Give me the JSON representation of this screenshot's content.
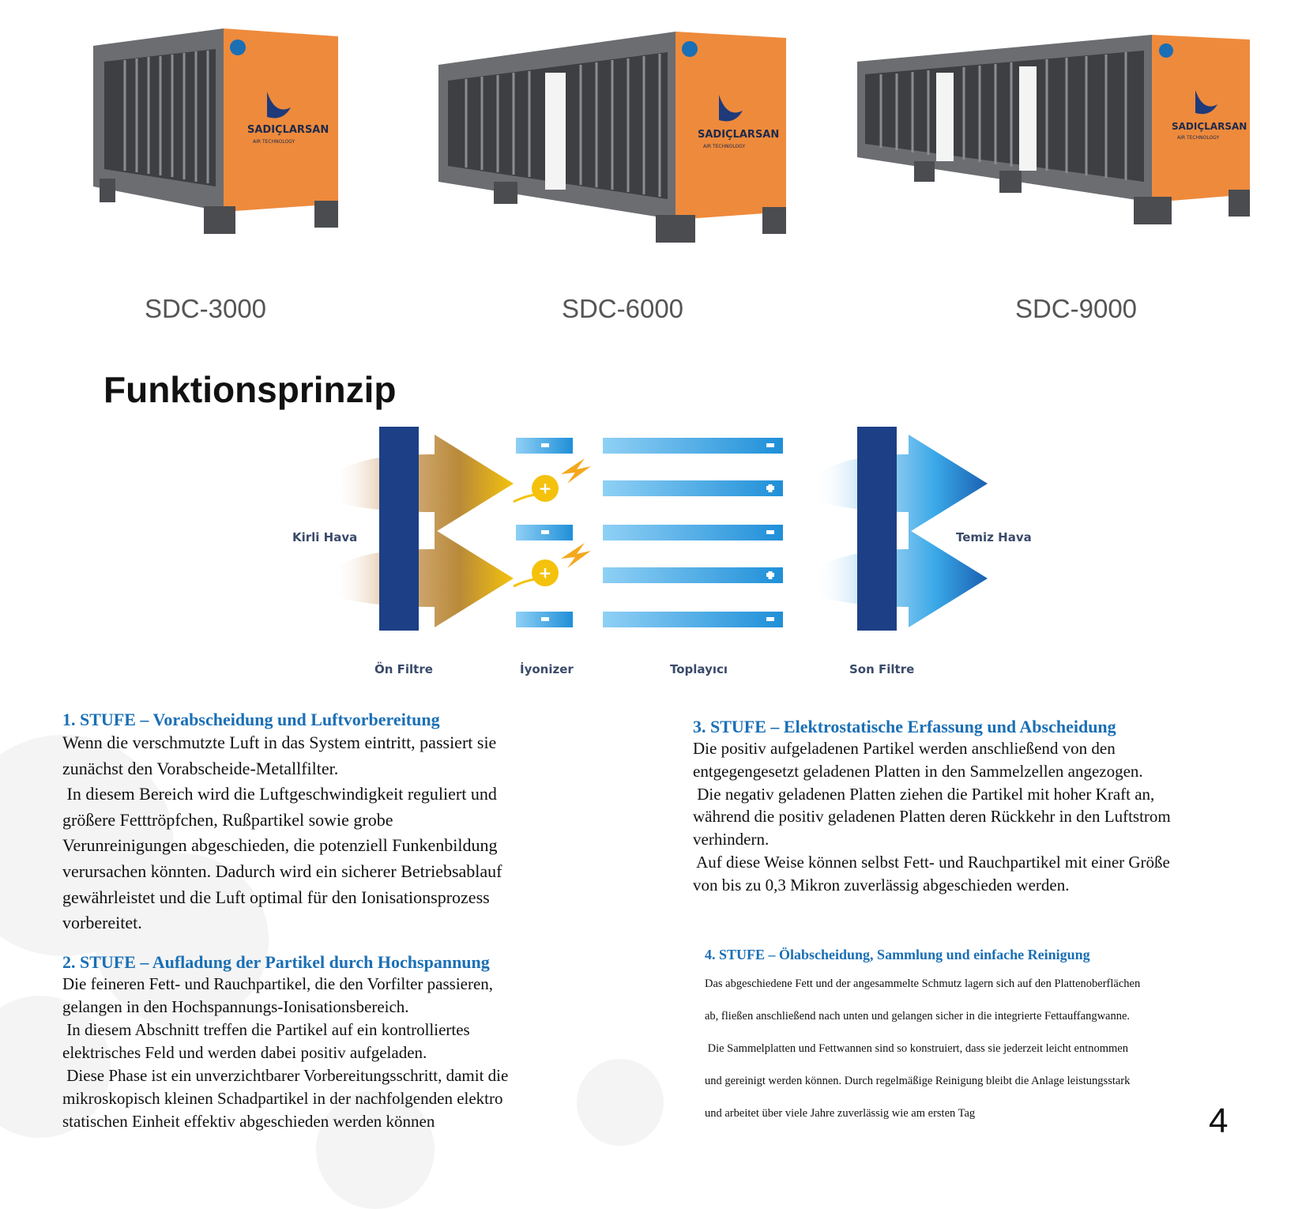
{
  "products": [
    {
      "model": "SDC-3000",
      "brand": "SADIÇLARSAN",
      "brand_sub": "AIR TECHNOLOGY"
    },
    {
      "model": "SDC-6000",
      "brand": "SADIÇLARSAN",
      "brand_sub": "AIR TECHNOLOGY"
    },
    {
      "model": "SDC-9000",
      "brand": "SADIÇLARSAN",
      "brand_sub": "AIR TECHNOLOGY"
    }
  ],
  "section_title": "Funktionsprinzip",
  "diagram": {
    "labels": {
      "dirty_air": "Kirli Hava",
      "clean_air": "Temiz Hava",
      "pre_filter": "Ön Filtre",
      "ionizer": "İyonizer",
      "collector": "Toplayıcı",
      "final_filter": "Son Filtre"
    },
    "colors": {
      "filter": "#1d3f86",
      "plate": "#2f9be0",
      "dirty_arrow": "#e0a818",
      "clean_arrow": "#1f8fd8"
    }
  },
  "stages": [
    {
      "title": "1. STUFE – Vorabscheidung und Luftvorbereitung",
      "lines": [
        "Wenn die verschmutzte Luft in das System eintritt, passiert sie",
        "zunächst den Vorabscheide-Metallfilter.",
        " In diesem Bereich wird die Luftgeschwindigkeit reguliert und",
        "größere Fetttröpfchen, Rußpartikel sowie grobe",
        "Verunreinigungen abgeschieden, die potenziell Funkenbildung",
        "verursachen könnten. Dadurch wird ein sicherer Betriebsablauf",
        "gewährleistet und die Luft optimal für den Ionisationsprozess",
        "vorbereitet."
      ]
    },
    {
      "title": "2. STUFE – Aufladung der Partikel durch Hochspannung",
      "lines": [
        "Die feineren Fett- und Rauchpartikel, die den Vorfilter passieren,",
        "gelangen in den Hochspannungs-Ionisationsbereich.",
        " In diesem Abschnitt treffen die Partikel auf ein kontrolliertes",
        "elektrisches Feld und werden dabei positiv aufgeladen.",
        " Diese Phase ist ein unverzichtbarer Vorbereitungsschritt, damit die",
        "mikroskopisch kleinen Schadpartikel in der nachfolgenden elektro",
        "statischen Einheit effektiv abgeschieden werden können"
      ]
    },
    {
      "title": "3. STUFE – Elektrostatische Erfassung und Abscheidung",
      "lines": [
        "Die positiv aufgeladenen Partikel werden anschließend von den",
        "entgegengesetzt geladenen Platten in den Sammelzellen angezogen.",
        " Die negativ geladenen Platten ziehen die Partikel mit hoher Kraft an,",
        "während die positiv geladenen Platten deren Rückkehr in den Luftstrom",
        "verhindern.",
        " Auf diese Weise können selbst Fett- und Rauchpartikel mit einer Größe",
        "von bis zu 0,3 Mikron zuverlässig abgeschieden werden."
      ]
    },
    {
      "title": "4. STUFE – Ölabscheidung, Sammlung und einfache Reinigung",
      "lines": [
        "Das abgeschiedene Fett und der angesammelte Schmutz lagern sich auf den Plattenoberflächen",
        "ab, fließen anschließend nach unten und gelangen sicher in die integrierte Fettauffangwanne.",
        " Die Sammelplatten und Fettwannen sind so konstruiert, dass sie jederzeit leicht entnommen",
        "und gereinigt werden können. Durch regelmäßige Reinigung bleibt die Anlage leistungsstark",
        "und arbeitet über viele Jahre zuverlässig wie am ersten Tag"
      ]
    }
  ],
  "page_number": "4"
}
